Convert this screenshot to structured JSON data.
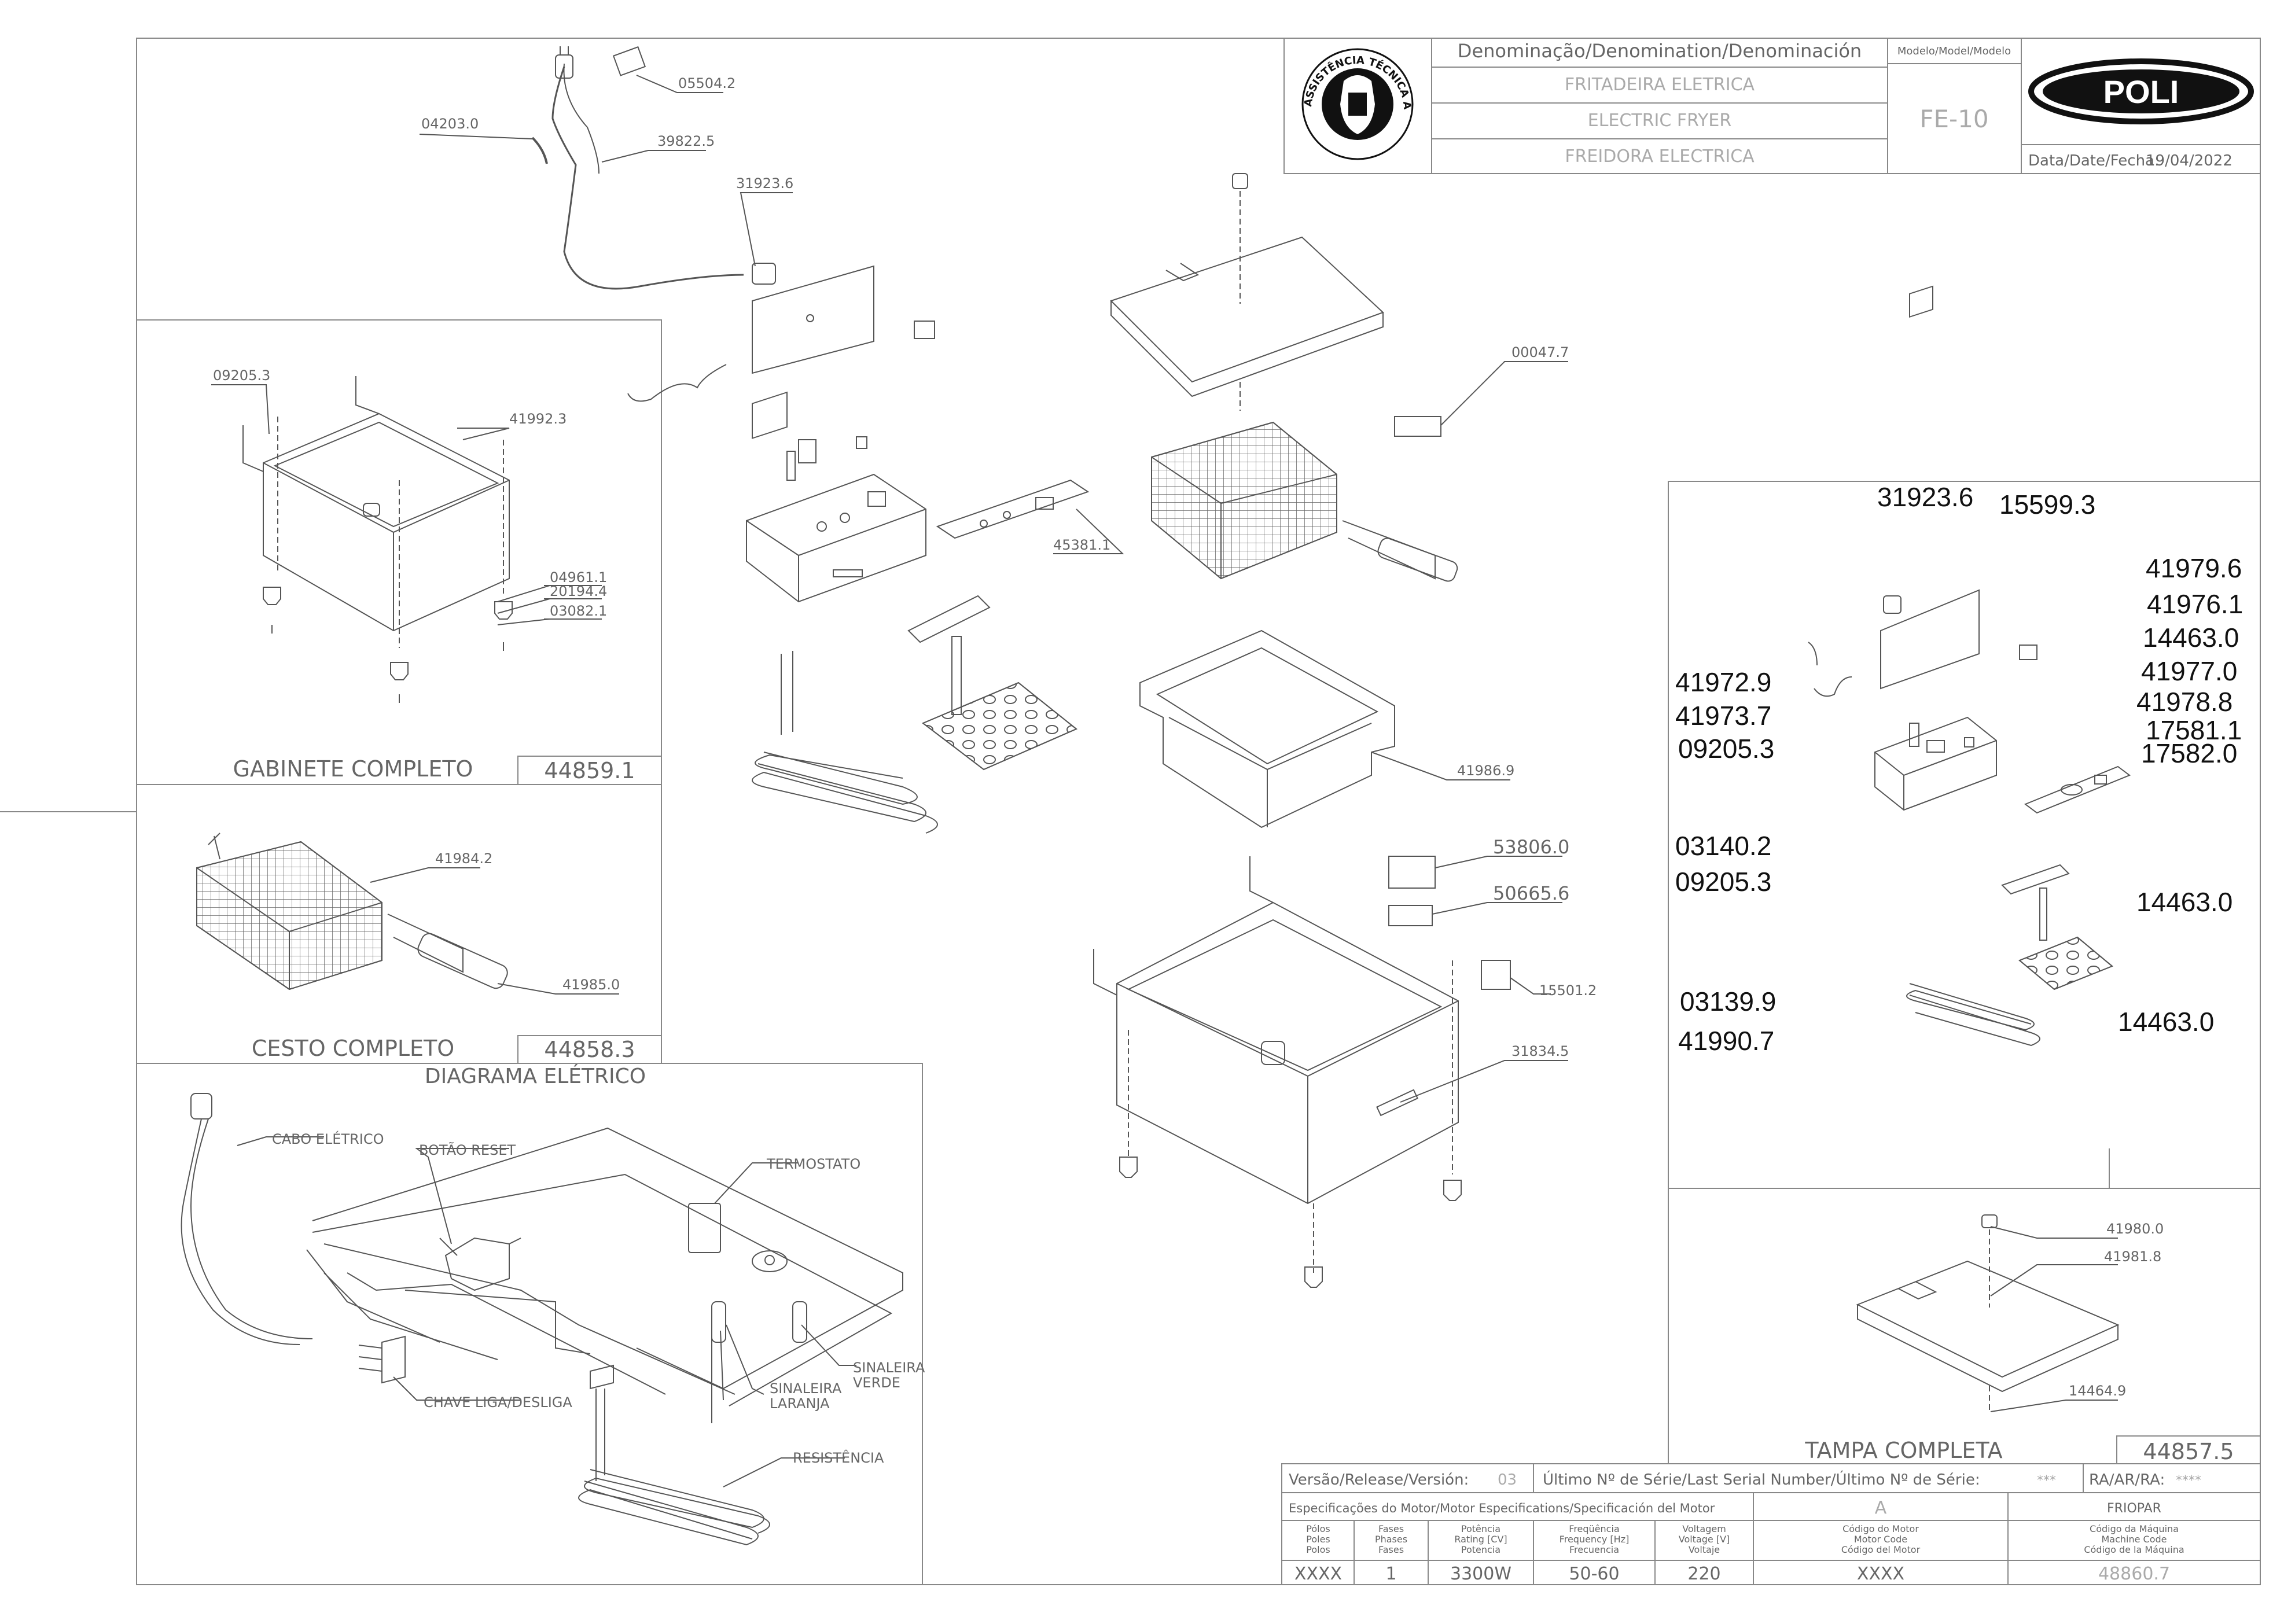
{
  "title_block": {
    "denomination_header": "Denominação/Denomination/Denominación",
    "name_pt": "FRITADEIRA ELETRICA",
    "name_en": "ELECTRIC FRYER",
    "name_es": "FREIDORA ELECTRICA",
    "model_header": "Modelo/Model/Modelo",
    "model": "FE-10",
    "brand": "POLI",
    "date_label": "Data/Date/Fecha:",
    "date": "19/04/2022",
    "seal_text": "ASSISTÊNCIA TÉCNICA AUTORIZADA"
  },
  "main_parts": [
    "05504.2",
    "04203.0",
    "39822.5",
    "31923.6",
    "00047.7",
    "45381.1",
    "41986.9",
    "53806.0",
    "50665.6",
    "15501.2",
    "31834.5"
  ],
  "cabinet": {
    "title": "GABINETE COMPLETO",
    "code": "44859.1",
    "parts": [
      "09205.3",
      "41992.3",
      "04961.1",
      "20194.4",
      "03082.1"
    ]
  },
  "basket": {
    "title": "CESTO COMPLETO",
    "code": "44858.3",
    "parts": [
      "41984.2",
      "41985.0"
    ]
  },
  "wiring": {
    "title": "DIAGRAMA ELÉTRICO",
    "labels": {
      "cable": "CABO ELÉTRICO",
      "reset": "BOTÃO RESET",
      "thermostat": "TERMOSTATO",
      "switch": "CHAVE LIGA/DESLIGA",
      "orange_1": "SINALEIRA",
      "orange_2": "LARANJA",
      "green_1": "SINALEIRA",
      "green_2": "VERDE",
      "resistance": "RESISTÊNCIA"
    }
  },
  "components_big": [
    "31923.6",
    "15599.3",
    "41979.6",
    "41976.1",
    "14463.0",
    "41977.0",
    "41978.8",
    "17581.1",
    "17582.0",
    "41972.9",
    "41973.7",
    "09205.3",
    "03140.2",
    "09205.3",
    "14463.0",
    "03139.9",
    "41990.7",
    "14463.0"
  ],
  "lid": {
    "title": "TAMPA COMPLETA",
    "code": "44857.5",
    "parts": [
      "41980.0",
      "41981.8",
      "14464.9"
    ]
  },
  "footer": {
    "release_label": "Versão/Release/Versión:",
    "release": "03",
    "serial_label": "Último Nº de Série/Last Serial Number/Último Nº de Série:",
    "serial": "***",
    "ra_label": "RA/AR/RA:",
    "ra": "****",
    "motor_spec_label": "Especificações do Motor/Motor Especifications/Specificación del Motor",
    "motor_letter": "A",
    "supplier": "FRIOPAR",
    "columns": [
      {
        "h": [
          "Pólos",
          "Poles",
          "Polos"
        ],
        "v": "XXXX"
      },
      {
        "h": [
          "Fases",
          "Phases",
          "Fases"
        ],
        "v": "1"
      },
      {
        "h": [
          "Potência",
          "Rating [CV]",
          "Potencia"
        ],
        "v": "3300W"
      },
      {
        "h": [
          "Freqüência",
          "Frequency [Hz]",
          "Frecuencia"
        ],
        "v": "50-60"
      },
      {
        "h": [
          "Voltagem",
          "Voltage [V]",
          "Voltaje"
        ],
        "v": "220"
      },
      {
        "h": [
          "Código do Motor",
          "Motor Code",
          "Código del Motor"
        ],
        "v": "XXXX"
      },
      {
        "h": [
          "Código da Máquina",
          "Machine Code",
          "Código de la Máquina"
        ],
        "v": "48860.7"
      }
    ]
  }
}
